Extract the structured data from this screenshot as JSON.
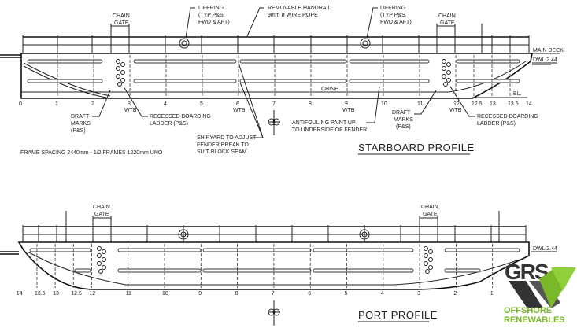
{
  "starboard": {
    "title": "STARBOARD PROFILE",
    "frames": [
      "0",
      "1",
      "2",
      "3",
      "4",
      "5",
      "6",
      "7",
      "8",
      "9",
      "10",
      "11",
      "12",
      "12.5",
      "13",
      "13.5",
      "14"
    ],
    "wtb_label": "WTB",
    "chain_gate": [
      "CHAIN",
      "GATE"
    ],
    "lifering": [
      "LIFERING",
      "(TYP P&S,",
      "FWD & AFT)"
    ],
    "handrail": [
      "REMOVABLE HANDRAIL",
      "9mm ø WIRE ROPE"
    ],
    "main_deck": "MAIN DECK",
    "dwl": "DWL 2.44",
    "bl": "BL.",
    "chine": "CHINE",
    "draft_marks": [
      "DRAFT",
      "MARKS",
      "(P&S)"
    ],
    "boarding_ladder": [
      "RECESSED BOARDING",
      "LADDER (P&S)"
    ],
    "shipyard_note": [
      "SHIPYARD TO ADJUST",
      "FENDER BREAK TO",
      "SUIT BLOCK SEAM"
    ],
    "antifouling": [
      "ANTIFOULING PAINT UP",
      "TO UNDERSIDE OF FENDER"
    ],
    "frame_spacing": "FRAME SPACING 2440mm - 1/2 FRAMES 1220mm UNO"
  },
  "port": {
    "title": "PORT PROFILE",
    "frames": [
      "14",
      "13.5",
      "13",
      "12.5",
      "12",
      "11",
      "10",
      "9",
      "8",
      "7",
      "6",
      "5",
      "4",
      "3",
      "2",
      "1"
    ],
    "chain_gate": [
      "CHAIN",
      "GATE"
    ],
    "dwl": "DWL 2.44"
  },
  "logo": {
    "name": "GRS",
    "line1": "OFFSHORE",
    "line2": "RENEWABLES",
    "colors": {
      "dark": "#333333",
      "green": "#7ab829"
    }
  }
}
